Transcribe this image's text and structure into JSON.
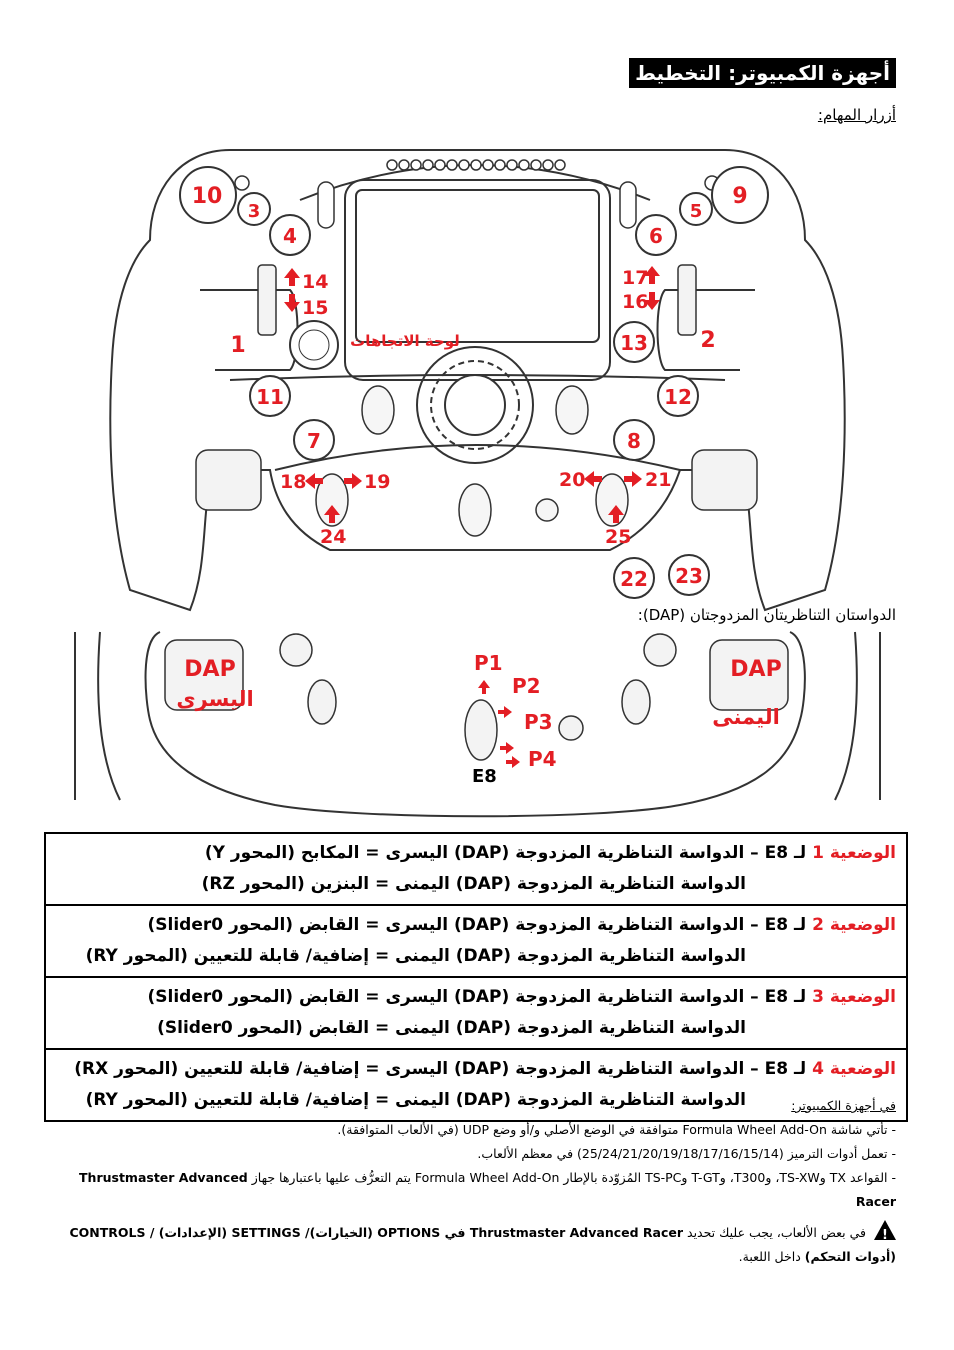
{
  "header": {
    "title": "أجهزة الكمبيوتر: التخطيط",
    "subtitle": "أزرار المهام:",
    "dap_caption": "الدواستان التناظريتان المزدوجتان (DAP):"
  },
  "wheel": {
    "buttons": [
      "10",
      "3",
      "4",
      "9",
      "5",
      "6",
      "1",
      "2",
      "13",
      "11",
      "12",
      "7",
      "8",
      "22",
      "23"
    ],
    "dpad_label": "لوحة الاتجاهات",
    "arrows": [
      "14",
      "15",
      "17",
      "16",
      "18",
      "19",
      "20",
      "21",
      "24",
      "25"
    ]
  },
  "dap_view": {
    "left_label_1": "DAP",
    "left_label_2": "اليسرى",
    "right_label_1": "DAP",
    "right_label_2": "اليمنى",
    "positions": [
      "P1",
      "P2",
      "P3",
      "P4"
    ],
    "encoder": "E8"
  },
  "table": {
    "rows": [
      {
        "pos": "الوضعية 1",
        "line1": " لـ E8 – الدواسة التناظرية المزدوجة (DAP) اليسرى = المكابح (المحور Y)",
        "line2": "الدواسة التناظرية المزدوجة (DAP) اليمنى = البنزين (المحور RZ)"
      },
      {
        "pos": "الوضعية 2",
        "line1": " لـ E8 – الدواسة التناظرية المزدوجة (DAP) اليسرى = القابض (المحور Slider0)",
        "line2": "الدواسة التناظرية المزدوجة (DAP) اليمنى = إضافية/ قابلة للتعيين (المحور RY)"
      },
      {
        "pos": "الوضعية 3",
        "line1": " لـ E8 – الدواسة التناظرية المزدوجة (DAP) اليسرى = القابض (المحور Slider0)",
        "line2": "الدواسة التناظرية المزدوجة (DAP) اليمنى = القابض (المحور Slider0)"
      },
      {
        "pos": "الوضعية 4",
        "line1": " لـ E8 – الدواسة التناظرية المزدوجة (DAP) اليسرى = إضافية/ قابلة للتعيين (المحور RX)",
        "line2": "الدواسة التناظرية المزدوجة (DAP) اليمنى = إضافية/ قابلة للتعيين (المحور RY)"
      }
    ]
  },
  "notes": {
    "heading": "في أجهزة الكمبيوتر:",
    "n1": "- تأتي شاشة Formula Wheel Add-On متوافقة في الوضع الأصلي و/أو وضع UDP (في الألعاب المتوافقة).",
    "n2": "- تعمل أدوات الترميز (25/24/21/20/19/18/17/16/15/14) في معظم الألعاب.",
    "n3a": "- القواعد TX وTS-XW، وT300، وT-GT وTS-PC المُزوّدة بالإطار Formula Wheel Add-On يتم التعرُّف عليها باعتبارها جهاز ",
    "n3b": "Thrustmaster Advanced Racer",
    "n4a": "في بعض الألعاب، يجب عليك تحديد ",
    "n4b": "Thrustmaster Advanced Racer في OPTIONS (الخيارات)/ SETTINGS (الإعدادات) / CONTROLS (أدوات التحكم)",
    "n4c": " داخل اللعبة."
  }
}
